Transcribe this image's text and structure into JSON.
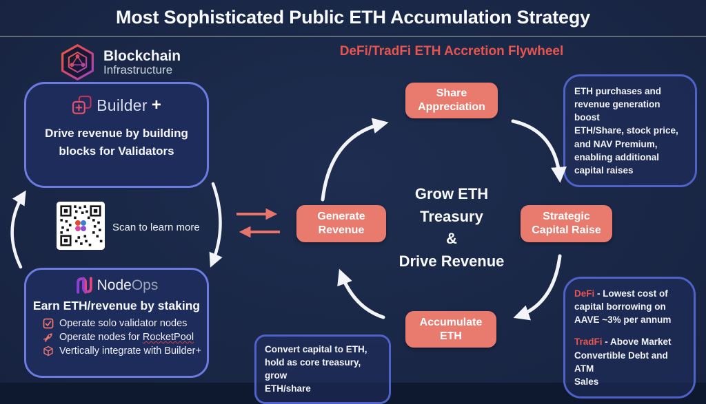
{
  "page": {
    "title": "Most Sophisticated Public ETH Accumulation Strategy"
  },
  "brand": {
    "name_line1": "Blockchain",
    "name_line2": "Infrastructure"
  },
  "flywheel": {
    "heading": "DeFi/TradFi ETH Accretion Flywheel",
    "center_text": "Grow ETH\nTreasury\n&\nDrive Revenue",
    "nodes": {
      "top": "Share\nAppreciation",
      "right": "Strategic\nCapital Raise",
      "bottom": "Accumulate\nETH",
      "left": "Generate\nRevenue"
    }
  },
  "builder": {
    "logo_text": "Builder",
    "logo_plus": "+",
    "description": "Drive revenue by building\nblocks for Validators"
  },
  "qr": {
    "caption": "Scan to learn more"
  },
  "nodeops": {
    "logo_text_node": "Node",
    "logo_text_ops": "Ops",
    "heading": "Earn ETH/revenue by staking",
    "bullets": [
      {
        "icon": "checkbox-icon",
        "label": "Operate solo validator nodes"
      },
      {
        "icon": "rocket-icon",
        "prefix": "Operate nodes for ",
        "link": "RocketPool"
      },
      {
        "icon": "cube-icon",
        "label": "Vertically integrate with Builder+"
      }
    ]
  },
  "right_top_box": {
    "text": "ETH purchases and\nrevenue generation boost\nETH/Share, stock price,\nand NAV Premium,\nenabling additional\ncapital raises"
  },
  "right_bottom_box": {
    "defi_term": "DeFi",
    "defi_text": " - Lowest cost of\ncapital borrowing on\nAAVE ~3% per annum",
    "tradfi_term": "TradFi",
    "tradfi_text": " - Above Market\nConvertible Debt and ATM\nSales"
  },
  "bottom_box": {
    "text": "Convert capital to ETH,\nhold as core treasury, grow\nETH/share"
  },
  "colors": {
    "accent_salmon": "#e87a6e",
    "heading_red": "#e8544e",
    "box_border_blue": "#6b7be0",
    "note_border_blue": "#4e62c8",
    "background_navy": "#17233f",
    "arrow_white": "#f2f4f8"
  }
}
